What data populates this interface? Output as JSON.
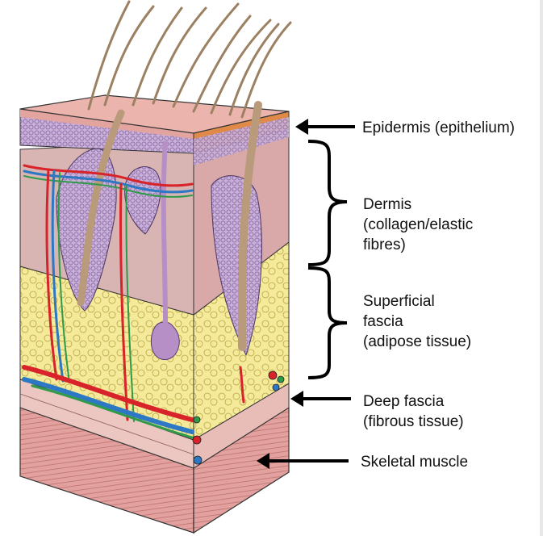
{
  "labels": {
    "epidermis": "Epidermis (epithelium)",
    "dermis": [
      "Dermis",
      "(collagen/elastic",
      "fibres)"
    ],
    "superficial_fascia": [
      "Superficial",
      "fascia",
      "(adipose tissue)"
    ],
    "deep_fascia": [
      "Deep fascia",
      "(fibrous tissue)"
    ],
    "skeletal_muscle": "Skeletal muscle"
  },
  "colors": {
    "epidermis": "#e9a6a0",
    "epidermis_purple": "#9b7fb7",
    "dermis": "#d9b2b0",
    "adipose": "#f4ea9a",
    "deep_fascia": "#e7c3bf",
    "muscle": "#d98d8c",
    "artery": "#d8232a",
    "vein": "#2d78c4",
    "nerve": "#2f9a49",
    "hair": "#c9a98d",
    "follicle": "#8a6ab0"
  }
}
